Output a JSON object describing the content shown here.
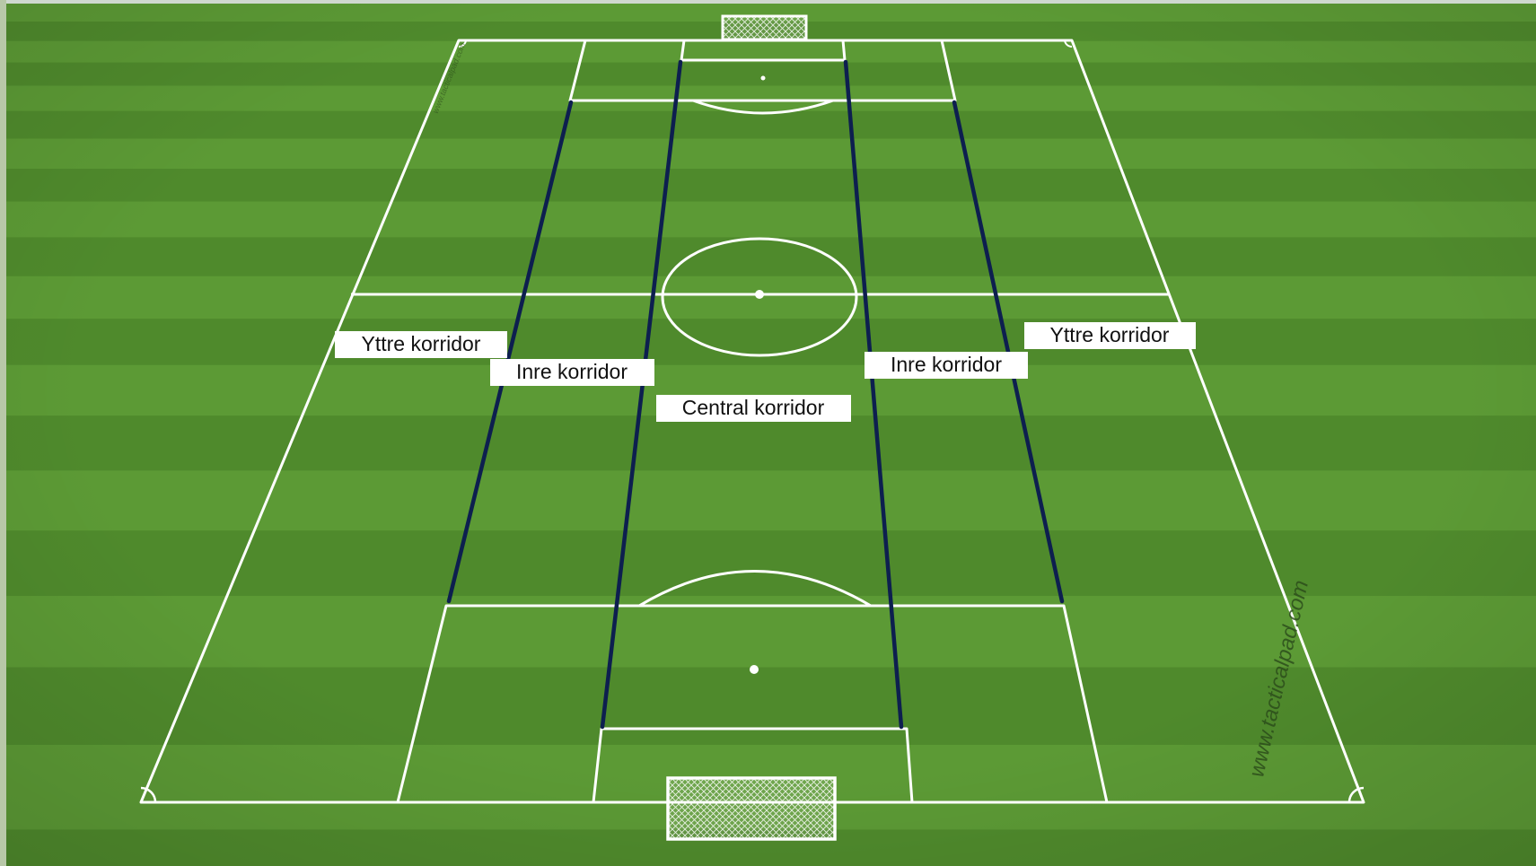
{
  "colors": {
    "grass_light": "#5c9a35",
    "grass_dark": "#4f8a2c",
    "pitch_line": "#ffffff",
    "corridor_line": "#0d1f4f",
    "label_bg": "#ffffff",
    "label_text": "#111111",
    "watermark_text": "#2a4a1a"
  },
  "zones": {
    "left_outer_label": "Yttre korridor",
    "left_inner_label": "Inre korridor",
    "central_label": "Central korridor",
    "right_inner_label": "Inre korridor",
    "right_outer_label": "Yttre korridor"
  },
  "watermark": {
    "side_text": "www.tacticalpad.com",
    "top_text": "www.tacticalpad.com"
  },
  "icons": {
    "top_goal": "goal-net-icon",
    "bottom_goal": "goal-net-icon"
  }
}
